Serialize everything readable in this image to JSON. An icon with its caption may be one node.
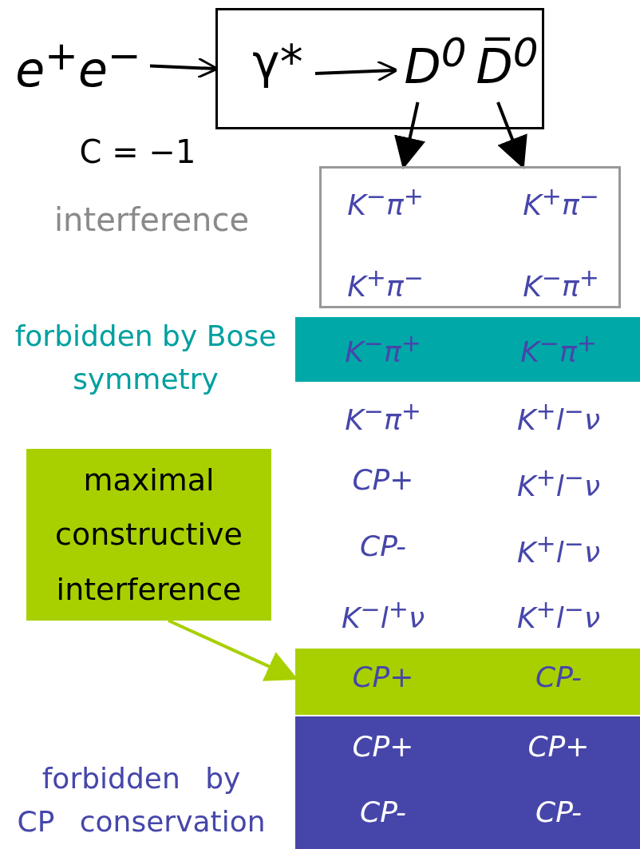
{
  "diagram": {
    "nodes": [
      {
        "text": [
          "*e*$^{+}$*e*$^{−}$"
        ]
      },
      {
        "text": [],
        "shape": "box"
      },
      {
        "text": [
          "γ*"
        ],
        "in": 1
      },
      {
        "text": [
          "D$^{0}$"
        ],
        "in": 1
      },
      {
        "text": [
          "D̅$^{0}$"
        ],
        "in": 1
      },
      {
        "text": [
          "K$^{−}$π$^{+}$",
          "K$^{+}$π$^{−}$",
          "K$^{+}$π$^{−}$",
          "K$^{−}$π$^{+}$"
        ]
      },
      {
        "text": [
          "K$^{−}$π$^{+}$",
          "K$^{−}$π$^{+}$"
        ],
        "beside": [
          "forbidden by Bose symmetry"
        ]
      },
      {
        "text": [
          "maximal constructive interference"
        ]
      },
      {
        "text": [
          "CP+",
          "CP-"
        ]
      },
      {
        "text": [
          "CP+",
          "CP+",
          "CP-",
          "CP-"
        ],
        "beside": [
          "forbidden by CP conservation"
        ]
      }
    ],
    "edges": [
      {
        "from": 0,
        "to": 1,
        "arrow": "to"
      },
      {
        "from": 2,
        "to": 3,
        "arrow": "to"
      },
      {
        "from": 3,
        "to": 5,
        "arrow": "to"
      },
      {
        "from": 4,
        "to": 5,
        "arrow": "to"
      },
      {
        "from": 7,
        "to": 8,
        "arrow": "to",
        "color": "#a8d000"
      }
    ],
    "labels": [
      "C = −1",
      "interference",
      "K$^{−}$π$^{+}$",
      "K$^{+}$l$^{−}$ν",
      "CP+",
      "K$^{+}$l$^{−}$ν",
      "CP-",
      "K$^{+}$l$^{−}$ν",
      "K$^{−}$l$^{+}$ν",
      "K$^{+}$l$^{−}$ν"
    ]
  }
}
